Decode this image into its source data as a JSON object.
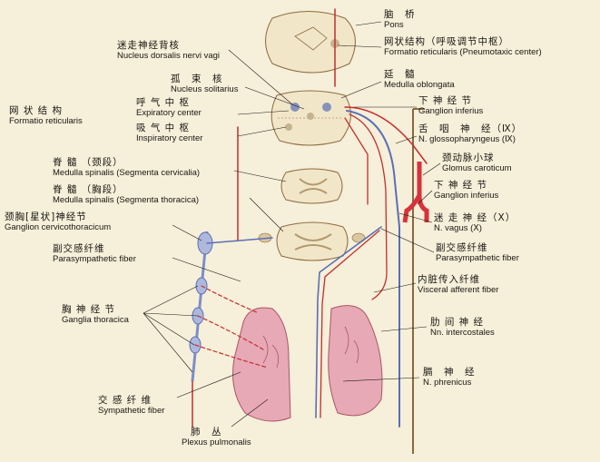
{
  "labels": {
    "pons": {
      "zh": "脑　桥",
      "en": "Pons"
    },
    "formatio_pneumotaxic": {
      "zh": "网状结构（呼吸调节中枢）",
      "en": "Formatio reticularis (Pneumotaxic center)"
    },
    "nucleus_dorsalis": {
      "zh": "迷走神经背核",
      "en": "Nucleus dorsalis nervi vagi"
    },
    "nucleus_solitarius": {
      "zh": "孤　束　核",
      "en": "Nucleus solitarius"
    },
    "medulla_oblongata": {
      "zh": "延　髓",
      "en": "Medulla oblongata"
    },
    "formatio_reticularis": {
      "zh": "网 状 结 构",
      "en": "Formatio reticularis"
    },
    "expiratory_center": {
      "zh": "呼 气 中 枢",
      "en": "Expiratory center"
    },
    "inspiratory_center": {
      "zh": "吸 气 中 枢",
      "en": "Inspiratory center"
    },
    "ganglion_inferius_top": {
      "zh": "下 神 经 节",
      "en": "Ganglion inferius"
    },
    "glossopharyngeus": {
      "zh": "舌　咽　神　经（Ⅸ）",
      "en": "N. glossopharyngeus (Ⅸ)"
    },
    "glomus_caroticum": {
      "zh": "颈动脉小球",
      "en": "Glomus caroticum"
    },
    "ganglion_inferius_bottom": {
      "zh": "下 神 经 节",
      "en": "Ganglion inferius"
    },
    "vagus": {
      "zh": "迷 走 神 经（Ⅹ）",
      "en": "N. vagus (Ⅹ)"
    },
    "medulla_cervicalis": {
      "zh": "脊 髓 （颈段）",
      "en": "Medulla spinalis (Segmenta cervicalia)"
    },
    "medulla_thoracica": {
      "zh": "脊 髓 （胸段）",
      "en": "Medulla spinalis (Segmenta thoracica)"
    },
    "ganglion_cervicothoracicum": {
      "zh": "颈胸[星状]神经节",
      "en": "Ganglion cervicothoracicum"
    },
    "parasympathetic_left": {
      "zh": "副交感纤维",
      "en": "Parasympathetic fiber"
    },
    "parasympathetic_right": {
      "zh": "副交感纤维",
      "en": "Parasympathetic fiber"
    },
    "visceral_afferent": {
      "zh": "内脏传入纤维",
      "en": "Visceral afferent fiber"
    },
    "ganglia_thoracica": {
      "zh": "胸 神 经 节",
      "en": "Ganglia thoracica"
    },
    "intercostales": {
      "zh": "肋 间 神 经",
      "en": "Nn. intercostales"
    },
    "phrenicus": {
      "zh": "膈　神　经",
      "en": "N. phrenicus"
    },
    "sympathetic_fiber": {
      "zh": "交 感 纤 维",
      "en": "Sympathetic fiber"
    },
    "plexus_pulmonalis": {
      "zh": "肺　丛",
      "en": "Plexus pulmonalis"
    }
  },
  "colors": {
    "background": "#f6efd9",
    "tissue": "#f2e6c9",
    "parasympathetic_blue": "#5a6fb5",
    "afferent_red": "#c42d2f",
    "lung_pink": "#e7a9b6",
    "artery_red": "#d8323a"
  }
}
